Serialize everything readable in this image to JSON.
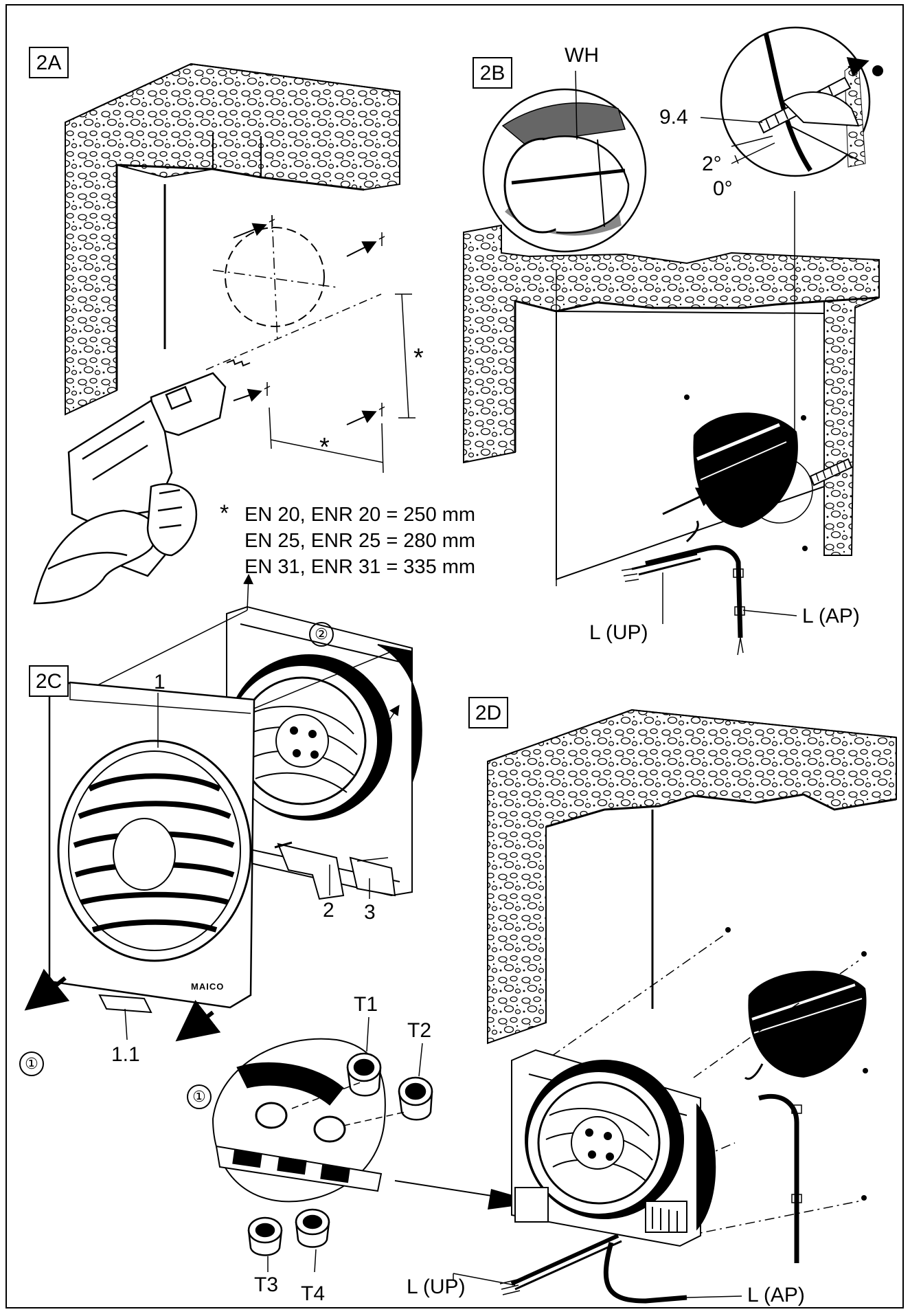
{
  "panels": {
    "p2a": {
      "tag": "2A",
      "dim_mark": "*",
      "spec": {
        "marker": "*",
        "rows": [
          "EN 20, ENR 20 = 250 mm",
          "EN 25, ENR 25 = 280 mm",
          "EN 31, ENR 31 = 335 mm"
        ]
      }
    },
    "p2b": {
      "tag": "2B",
      "wh": "WH",
      "screw": "9.4",
      "angle_top": "2°",
      "angle_bottom": "0°",
      "cable_up": "L (UP)",
      "cable_ap": "L (AP)"
    },
    "p2c": {
      "tag": "2C",
      "step_one": "①",
      "step_two": "②",
      "part_1": "1",
      "part_1_1": "1.1",
      "part_2": "2",
      "part_3": "3",
      "brand": "MAICO",
      "t1": "T1",
      "t2": "T2",
      "t3": "T3",
      "t4": "T4"
    },
    "p2d": {
      "tag": "2D",
      "cable_up": "L (UP)",
      "cable_ap": "L (AP)"
    }
  }
}
